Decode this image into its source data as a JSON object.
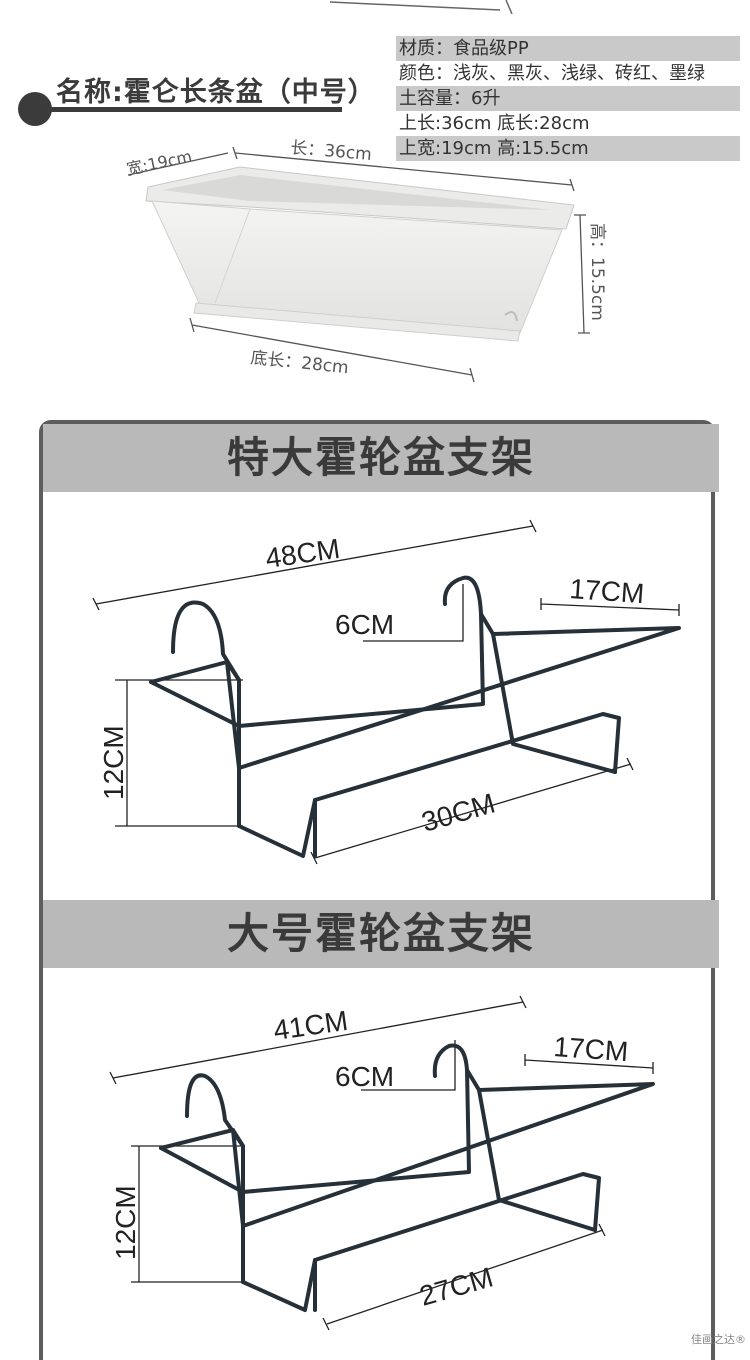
{
  "product": {
    "name_title": "名称:霍仑长条盆（中号）"
  },
  "specs": [
    "材质：食品级PP",
    "颜色：浅灰、黑灰、浅绿、砖红、墨绿",
    "土容量：6升",
    "上长:36cm  底长:28cm",
    "上宽:19cm    高:15.5cm"
  ],
  "pot_dimensions": {
    "width": "宽:19cm",
    "length": "长：36cm",
    "height": "高：15.5cm",
    "bottom_length": "底长：28cm"
  },
  "racks": [
    {
      "title": "特大霍轮盆支架",
      "length": "48CM",
      "hook": "6CM",
      "depth": "17CM",
      "height": "12CM",
      "bottom": "30CM"
    },
    {
      "title": "大号霍轮盆支架",
      "length": "41CM",
      "hook": "6CM",
      "depth": "17CM",
      "height": "12CM",
      "bottom": "27CM"
    }
  ],
  "watermark": "佳画之达®"
}
